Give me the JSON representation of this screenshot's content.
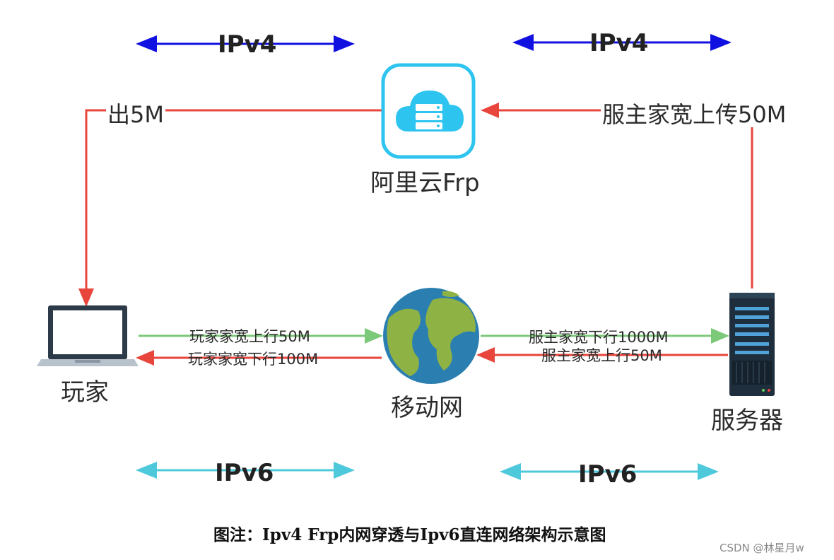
{
  "protocols": {
    "top_left": "IPv4",
    "top_right": "IPv4",
    "bottom_left": "IPv6",
    "bottom_right": "IPv6"
  },
  "nodes": {
    "cloud": "阿里云Frp",
    "player": "玩家",
    "mobile_network": "移动网",
    "server": "服务器"
  },
  "links": {
    "cloud_out": "出5M",
    "server_upload_to_cloud": "服主家宽上传50M",
    "player_up": "玩家家宽上行50M",
    "player_down": "玩家家宽下行100M",
    "server_down": "服主家宽下行1000M",
    "server_up": "服主家宽上行50M"
  },
  "caption": "图注：Ipv4 Frp内网穿透与Ipv6直连网络架构示意图",
  "watermark": "CSDN @林星月w",
  "colors": {
    "ipv4_arrow": "#1010e0",
    "ipv6_arrow": "#4ec9dc",
    "red_line": "#e8453c",
    "green_line": "#7dc97a",
    "cloud_icon": "#2ec4f0"
  }
}
